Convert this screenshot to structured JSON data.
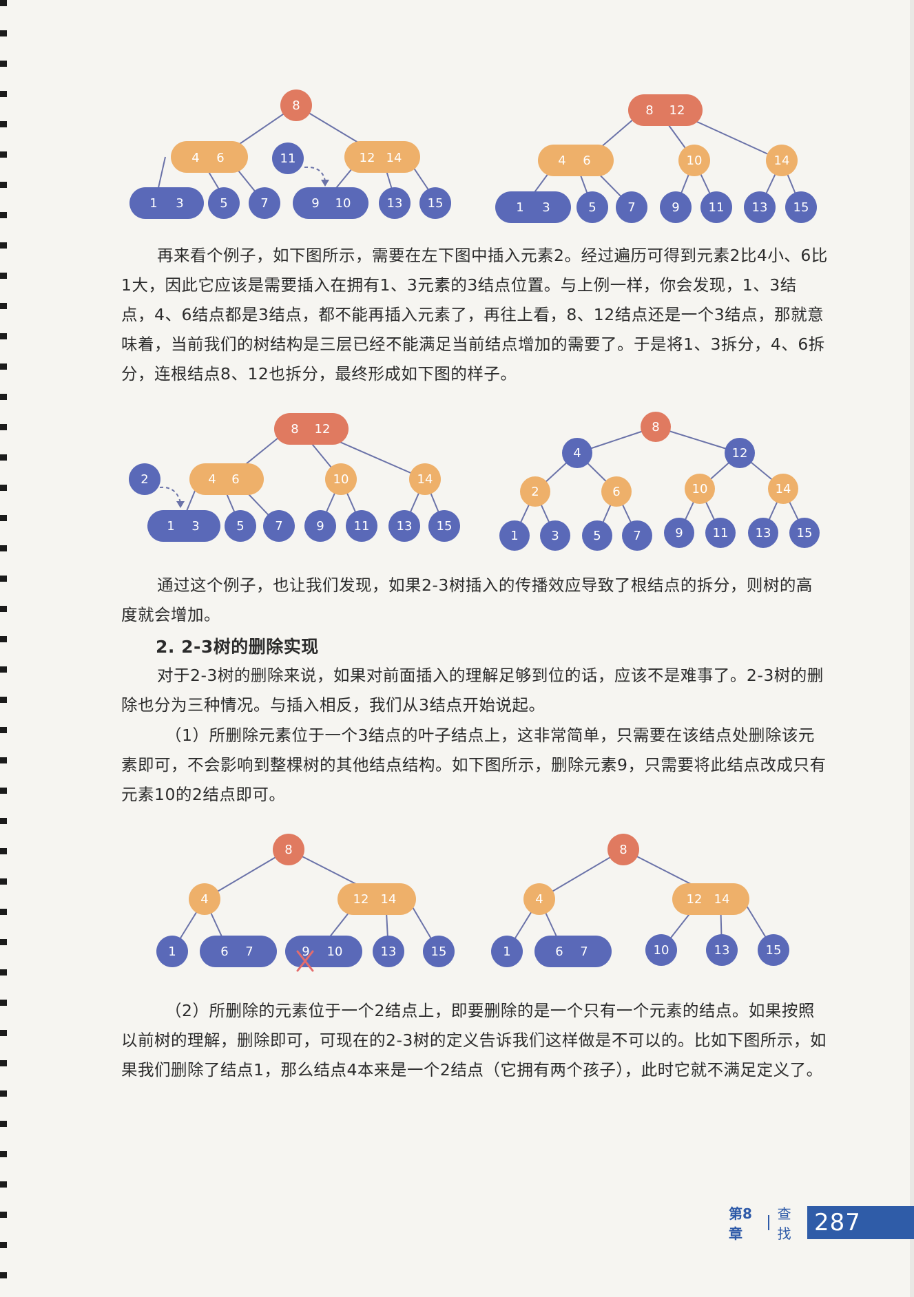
{
  "colors": {
    "root": "#e07a60",
    "mid": "#eeb06a",
    "leaf": "#5a69b8",
    "edge": "#6a72a8",
    "page_band": "#2f5ca8"
  },
  "figures": {
    "fig1_left": {
      "n8": "8",
      "n4": "4",
      "n6": "6",
      "n11": "11",
      "n12": "12",
      "n14": "14",
      "l1": "1",
      "l3": "3",
      "l5": "5",
      "l7": "7",
      "l9": "9",
      "l10": "10",
      "l13": "13",
      "l15": "15"
    },
    "fig1_right": {
      "r8": "8",
      "r12": "12",
      "n4": "4",
      "n6": "6",
      "n10": "10",
      "n14": "14",
      "l1": "1",
      "l3": "3",
      "l5": "5",
      "l7": "7",
      "l9": "9",
      "l11": "11",
      "l13": "13",
      "l15": "15"
    },
    "fig2_left": {
      "r8": "8",
      "r12": "12",
      "n2": "2",
      "n4": "4",
      "n6": "6",
      "n10": "10",
      "n14": "14",
      "l1": "1",
      "l3": "3",
      "l5": "5",
      "l7": "7",
      "l9": "9",
      "l11": "11",
      "l13": "13",
      "l15": "15"
    },
    "fig2_right": {
      "r8": "8",
      "n4": "4",
      "n12": "12",
      "n2": "2",
      "n6": "6",
      "n10": "10",
      "n14": "14",
      "l1": "1",
      "l3": "3",
      "l5": "5",
      "l7": "7",
      "l9": "9",
      "l11": "11",
      "l13": "13",
      "l15": "15"
    },
    "fig3_left": {
      "r8": "8",
      "n4": "4",
      "n12": "12",
      "n14": "14",
      "l1": "1",
      "l6": "6",
      "l7": "7",
      "l9": "9",
      "l10": "10",
      "l13": "13",
      "l15": "15"
    },
    "fig3_right": {
      "r8": "8",
      "n4": "4",
      "n12": "12",
      "n14": "14",
      "l1": "1",
      "l6": "6",
      "l7": "7",
      "l10": "10",
      "l13": "13",
      "l15": "15"
    }
  },
  "text": {
    "p1": "再来看个例子，如下图所示，需要在左下图中插入元素2。经过遍历可得到元素2比4小、6比1大，因此它应该是需要插入在拥有1、3元素的3结点位置。与上例一样，你会发现，1、3结点，4、6结点都是3结点，都不能再插入元素了，再往上看，8、12结点还是一个3结点，那就意味着，当前我们的树结构是三层已经不能满足当前结点增加的需要了。于是将1、3拆分，4、6拆分，连根结点8、12也拆分，最终形成如下图的样子。",
    "p2": "通过这个例子，也让我们发现，如果2-3树插入的传播效应导致了根结点的拆分，则树的高度就会增加。",
    "heading": "2. 2-3树的删除实现",
    "p3": "对于2-3树的删除来说，如果对前面插入的理解足够到位的话，应该不是难事了。2-3树的删除也分为三种情况。与插入相反，我们从3结点开始说起。",
    "p4": "（1）所删除元素位于一个3结点的叶子结点上，这非常简单，只需要在该结点处删除该元素即可，不会影响到整棵树的其他结点结构。如下图所示，删除元素9，只需要将此结点改成只有元素10的2结点即可。",
    "p5": "（2）所删除的元素位于一个2结点上，即要删除的是一个只有一个元素的结点。如果按照以前树的理解，删除即可，可现在的2-3树的定义告诉我们这样做是不可以的。比如下图所示，如果我们删除了结点1，那么结点4本来是一个2结点（它拥有两个孩子），此时它就不满足定义了。"
  },
  "footer": {
    "chapter": "第8章",
    "section": "查找",
    "page": "287"
  }
}
